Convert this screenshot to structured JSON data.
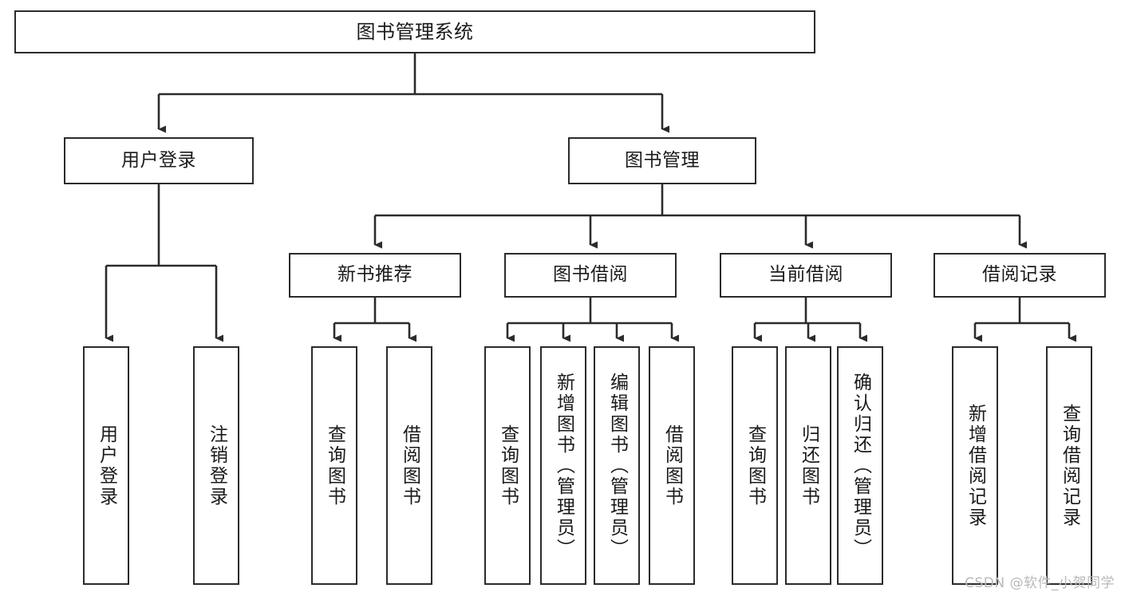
{
  "diagram": {
    "type": "tree-structure-chart",
    "title": "图书管理系统",
    "colors": {
      "box_border": "#2b2b2b",
      "box_fill": "#ffffff",
      "connector": "#2b2b2b",
      "background": "#ffffff",
      "watermark": "#b9b9b9"
    },
    "nodes": {
      "root": {
        "label": "图书管理系统"
      },
      "level2": [
        {
          "label": "用户登录"
        },
        {
          "label": "图书管理"
        }
      ],
      "level3": [
        {
          "label": "新书推荐"
        },
        {
          "label": "图书借阅"
        },
        {
          "label": "当前借阅"
        },
        {
          "label": "借阅记录"
        }
      ],
      "leaves": {
        "user_login": [
          {
            "label": "用户登录"
          },
          {
            "label": "注销登录"
          }
        ],
        "new_book_recommend": [
          {
            "label": "查询图书"
          },
          {
            "label": "借阅图书"
          }
        ],
        "book_borrow": [
          {
            "label": "查询图书"
          },
          {
            "label": "新增图书（管理员）"
          },
          {
            "label": "编辑图书（管理员）"
          },
          {
            "label": "借阅图书"
          }
        ],
        "current_borrow": [
          {
            "label": "查询图书"
          },
          {
            "label": "归还图书"
          },
          {
            "label": "确认归还（管理员）"
          }
        ],
        "borrow_record": [
          {
            "label": "新增借阅记录"
          },
          {
            "label": "查询借阅记录"
          }
        ]
      }
    },
    "watermark": "CSDN @软件_小贺同学"
  }
}
